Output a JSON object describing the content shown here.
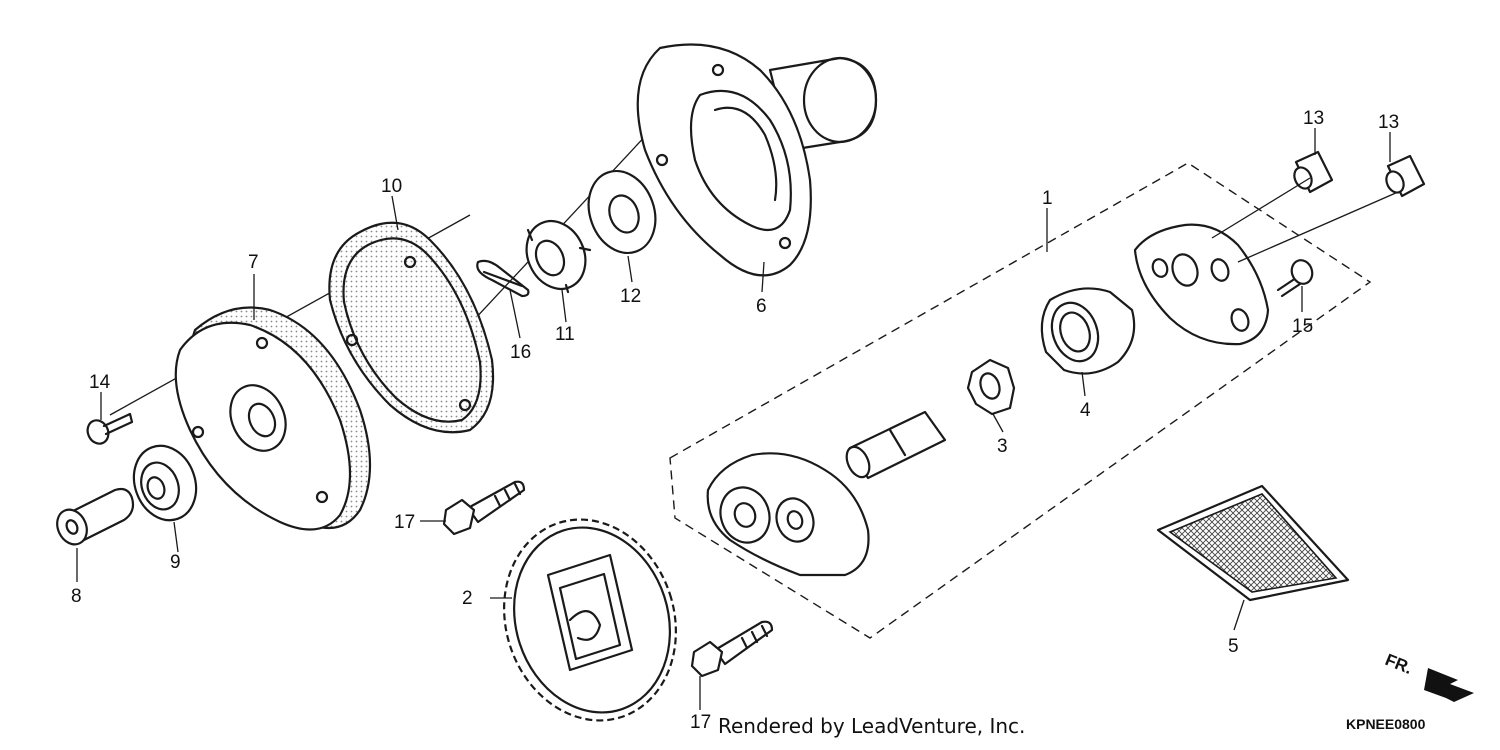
{
  "diagram": {
    "callouts": {
      "c1": "1",
      "c2": "2",
      "c3": "3",
      "c4": "4",
      "c5": "5",
      "c6": "6",
      "c7": "7",
      "c8": "8",
      "c9": "9",
      "c10": "10",
      "c11": "11",
      "c12": "12",
      "c13a": "13",
      "c13b": "13",
      "c14": "14",
      "c15": "15",
      "c16": "16",
      "c17a": "17",
      "c17b": "17"
    },
    "direction_label": "FR.",
    "diagram_code": "KPNEE0800",
    "footer_text": "Rendered by LeadVenture, Inc."
  }
}
